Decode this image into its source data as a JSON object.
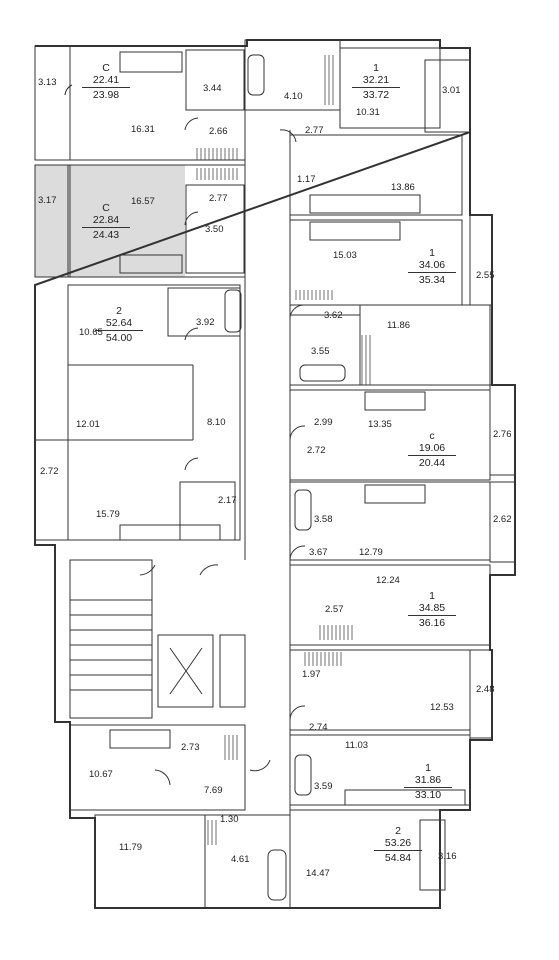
{
  "apartments": [
    {
      "id": "a1",
      "type": "С",
      "living": "22.41",
      "total": "23.98"
    },
    {
      "id": "a2",
      "type": "С",
      "living": "22.84",
      "total": "24.43"
    },
    {
      "id": "a3",
      "type": "2",
      "living": "52.64",
      "total": "54.00"
    },
    {
      "id": "a4",
      "type": "1",
      "living": "32.21",
      "total": "33.72"
    },
    {
      "id": "a5",
      "type": "1",
      "living": "34.06",
      "total": "35.34"
    },
    {
      "id": "a6",
      "type": "с",
      "living": "19.06",
      "total": "20.44"
    },
    {
      "id": "a7",
      "type": "1",
      "living": "34.85",
      "total": "36.16"
    },
    {
      "id": "a8",
      "type": "1",
      "living": "31.86",
      "total": "33.10"
    },
    {
      "id": "a9",
      "type": "2",
      "living": "53.26",
      "total": "54.84"
    }
  ],
  "rooms": {
    "r_313": "3.13",
    "r_1631": "16.31",
    "r_344": "3.44",
    "r_266": "2.66",
    "r_317": "3.17",
    "r_1657": "16.57",
    "r_277a": "2.77",
    "r_350": "3.50",
    "r_1065": "10.65",
    "r_392": "3.92",
    "r_1201": "12.01",
    "r_810": "8.10",
    "r_272a": "2.72",
    "r_1579": "15.79",
    "r_217": "2.17",
    "r_410": "4.10",
    "r_277b": "2.77",
    "r_1031": "10.31",
    "r_301": "3.01",
    "r_117": "1.17",
    "r_1386": "13.86",
    "r_1503": "15.03",
    "r_255": "2.55",
    "r_362": "3.62",
    "r_1186": "11.86",
    "r_355": "3.55",
    "r_299": "2.99",
    "r_1335": "13.35",
    "r_276": "2.76",
    "r_272b": "2.72",
    "r_358": "3.58",
    "r_262": "2.62",
    "r_367": "3.67",
    "r_1279": "12.79",
    "r_1224": "12.24",
    "r_257": "2.57",
    "r_197": "1.97",
    "r_248": "2.48",
    "r_1253": "12.53",
    "r_274": "2.74",
    "r_1103": "11.03",
    "r_359": "3.59",
    "r_273": "2.73",
    "r_1067": "10.67",
    "r_769": "7.69",
    "r_130": "1.30",
    "r_1179": "11.79",
    "r_461": "4.61",
    "r_1447": "14.47",
    "r_316": "3.16"
  }
}
